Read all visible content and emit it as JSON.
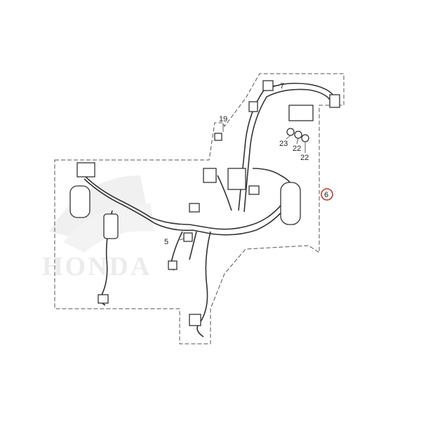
{
  "watermark": {
    "brand_text": "HONDA"
  },
  "parts": [
    {
      "id": "7",
      "label": "7"
    },
    {
      "id": "19",
      "label": "19"
    },
    {
      "id": "23",
      "label": "23"
    },
    {
      "id": "22a",
      "label": "22"
    },
    {
      "id": "22b",
      "label": "22"
    },
    {
      "id": "5",
      "label": "5"
    },
    {
      "id": "6",
      "label": "6"
    }
  ],
  "colors": {
    "line": "#333333",
    "frame": "#555555",
    "highlight_circle": "#c0392b",
    "watermark": "#ececec"
  }
}
